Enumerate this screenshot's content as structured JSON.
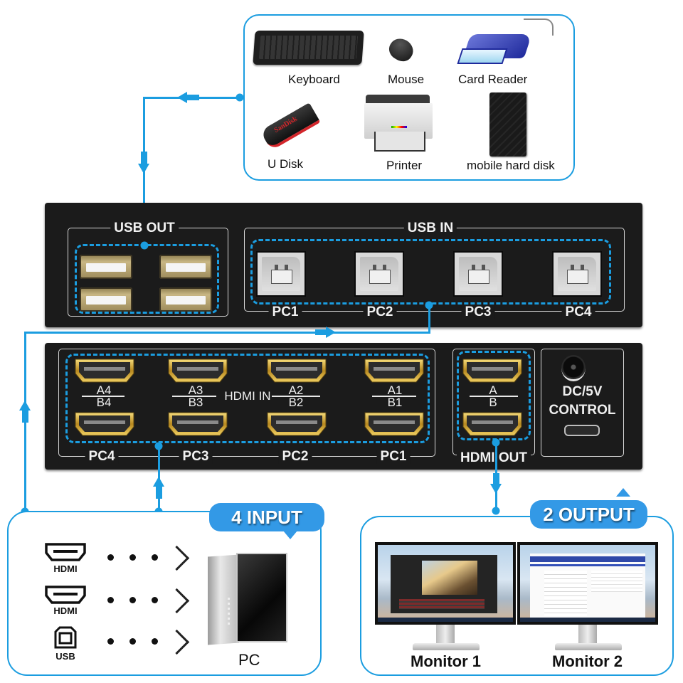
{
  "peripherals": {
    "items": [
      {
        "label": "Keyboard",
        "icon": "keyboard-icon"
      },
      {
        "label": "Mouse",
        "icon": "mouse-icon"
      },
      {
        "label": "Card Reader",
        "icon": "card-reader-icon"
      },
      {
        "label": "U Disk",
        "icon": "usb-flash-drive-icon",
        "brand": "SanDisk"
      },
      {
        "label": "Printer",
        "icon": "printer-icon"
      },
      {
        "label": "mobile hard disk",
        "icon": "external-hard-drive-icon"
      }
    ]
  },
  "back_panel_top": {
    "usb_out": {
      "title": "USB OUT",
      "port_count": 4
    },
    "usb_in": {
      "title": "USB IN",
      "ports": [
        "PC1",
        "PC2",
        "PC3",
        "PC4"
      ]
    }
  },
  "back_panel_bottom": {
    "hdmi_in": {
      "title": "HDMI IN",
      "columns": [
        {
          "top": "A4",
          "bottom": "B4",
          "pc": "PC4"
        },
        {
          "top": "A3",
          "bottom": "B3",
          "pc": "PC3"
        },
        {
          "top": "A2",
          "bottom": "B2",
          "pc": "PC2"
        },
        {
          "top": "A1",
          "bottom": "B1",
          "pc": "PC1"
        }
      ]
    },
    "hdmi_out": {
      "title": "HDMI OUT",
      "top": "A",
      "bottom": "B"
    },
    "power": {
      "line1": "DC/5V",
      "line2": "CONTROL"
    }
  },
  "input_panel": {
    "badge": "4 INPUT",
    "sources": [
      {
        "label": "HDMI",
        "icon": "hdmi-icon"
      },
      {
        "label": "HDMI",
        "icon": "hdmi-icon"
      },
      {
        "label": "USB",
        "icon": "usb-b-icon"
      }
    ],
    "target": "PC"
  },
  "output_panel": {
    "badge": "2 OUTPUT",
    "monitors": [
      "Monitor 1",
      "Monitor 2"
    ]
  },
  "colors": {
    "accent": "#1b9de0",
    "badge": "#3399e6",
    "device": "#1b1b1b",
    "port_gold": "#c9a640"
  }
}
